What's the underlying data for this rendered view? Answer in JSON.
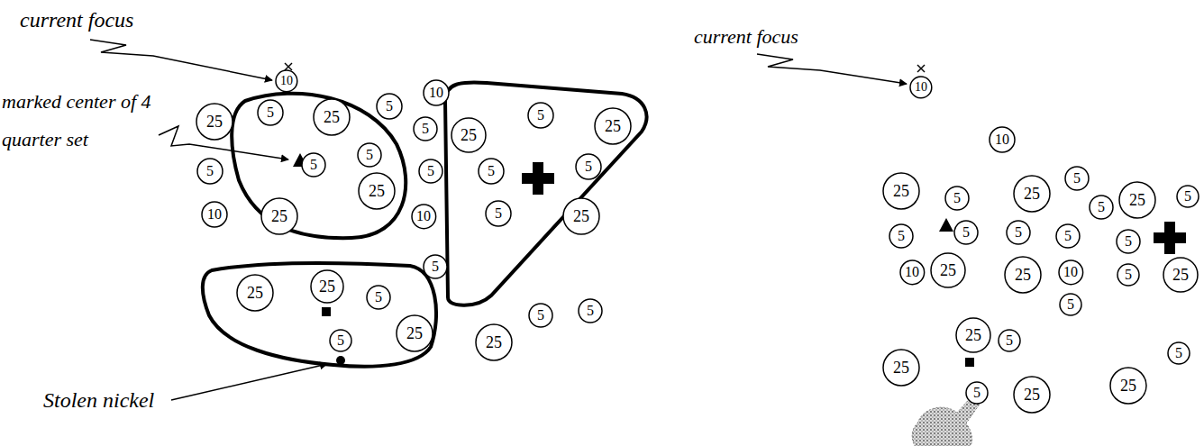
{
  "diagram": {
    "nodes": [
      {
        "text": [
          "10"
        ]
      },
      {
        "text": [
          "25"
        ]
      },
      {
        "text": [
          "5"
        ]
      },
      {
        "text": [
          "25"
        ]
      },
      {
        "text": [
          "5"
        ]
      },
      {
        "text": [
          "10"
        ]
      },
      {
        "text": [
          "5"
        ]
      },
      {
        "text": [
          "25"
        ]
      },
      {
        "text": [
          "5"
        ]
      },
      {
        "text": [
          "25"
        ]
      },
      {
        "text": [
          "5"
        ]
      },
      {
        "text": [
          "5"
        ]
      },
      {
        "text": [
          "5"
        ]
      },
      {
        "text": [
          "5"
        ]
      },
      {
        "text": [
          "5"
        ]
      },
      {
        "text": [
          "5"
        ]
      },
      {
        "text": [
          "10"
        ]
      },
      {
        "text": [
          "25"
        ]
      },
      {
        "text": [
          "25"
        ]
      },
      {
        "text": [
          "10"
        ]
      },
      {
        "text": [
          "5"
        ]
      },
      {
        "text": [
          "25"
        ]
      },
      {
        "text": [
          "5"
        ]
      },
      {
        "text": [
          "25"
        ]
      },
      {
        "text": [
          "25"
        ]
      },
      {
        "text": [
          "5"
        ]
      },
      {
        "text": [
          "5"
        ]
      },
      {
        "text": [
          "25"
        ]
      },
      {
        "text": [
          "25"
        ]
      },
      {
        "text": [
          "5"
        ]
      },
      {
        "text": [
          "5"
        ]
      },
      {
        "text": [
          "10"
        ]
      },
      {
        "text": [
          "10"
        ]
      },
      {
        "text": [
          "25"
        ]
      },
      {
        "text": [
          "5"
        ]
      },
      {
        "text": [
          "25"
        ]
      },
      {
        "text": [
          "5"
        ]
      },
      {
        "text": [
          "5"
        ]
      },
      {
        "text": [
          "25"
        ]
      },
      {
        "text": [
          "5"
        ]
      },
      {
        "text": [
          "5"
        ]
      },
      {
        "text": [
          "5"
        ]
      },
      {
        "text": [
          "5"
        ]
      },
      {
        "text": [
          "5"
        ]
      },
      {
        "text": [
          "5"
        ]
      },
      {
        "text": [
          "10"
        ]
      },
      {
        "text": [
          "25"
        ]
      },
      {
        "text": [
          "25"
        ]
      },
      {
        "text": [
          "10"
        ]
      },
      {
        "text": [
          "25"
        ]
      },
      {
        "text": [
          "5"
        ]
      },
      {
        "text": [
          "5"
        ]
      },
      {
        "text": [
          "25"
        ]
      },
      {
        "text": [
          "5"
        ]
      },
      {
        "text": [
          "25"
        ]
      },
      {
        "text": [
          "5"
        ]
      },
      {
        "text": [
          "25"
        ]
      },
      {
        "text": [
          "25"
        ]
      },
      {
        "text": [
          "5"
        ]
      }
    ],
    "labels": [
      "current focus",
      "marked center of 4 quarter set",
      "Stolen nickel",
      "current focus"
    ]
  }
}
